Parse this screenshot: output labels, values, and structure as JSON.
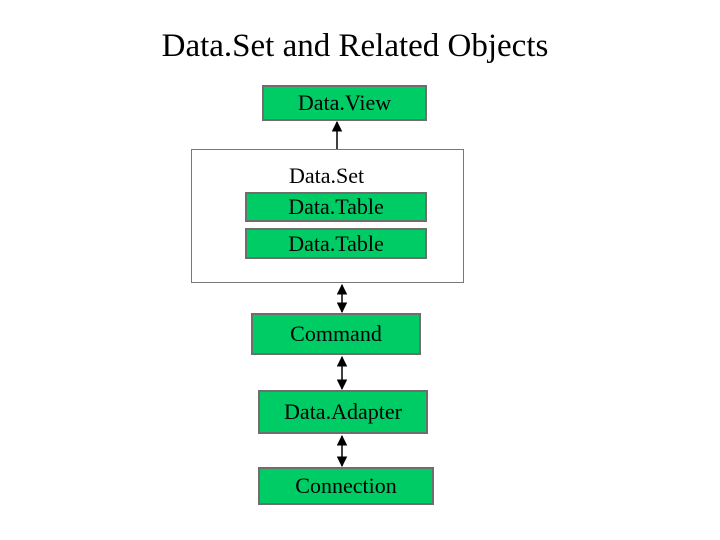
{
  "diagram": {
    "title": "Data.Set and Related Objects",
    "nodes": {
      "dataview": "Data.View",
      "dataset": "Data.Set",
      "datatable_1": "Data.Table",
      "datatable_2": "Data.Table",
      "command": "Command",
      "dataadapter": "Data.Adapter",
      "connection": "Connection"
    },
    "edges": [
      {
        "from": "dataset",
        "to": "dataview",
        "arrows": "to"
      },
      {
        "from": "dataset",
        "to": "command",
        "arrows": "both"
      },
      {
        "from": "command",
        "to": "dataadapter",
        "arrows": "both"
      },
      {
        "from": "dataadapter",
        "to": "connection",
        "arrows": "both"
      }
    ],
    "colors": {
      "box_fill": "#00cc66",
      "box_border": "#6e6e6e",
      "line": "#000000"
    }
  }
}
